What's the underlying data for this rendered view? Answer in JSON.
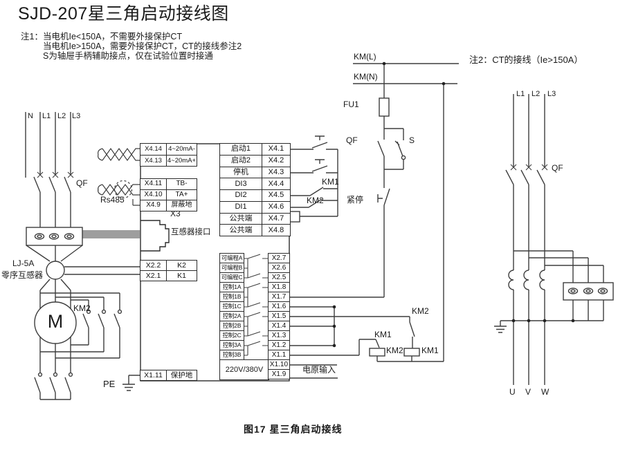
{
  "title": "SJD-207星三角启动接线图",
  "caption": "图17  星三角启动接线",
  "notes": {
    "note1_prefix": "注1：",
    "note1_line1": "当电机Ie<150A，不需要外接保护CT",
    "note1_line2": "当电机Ie>150A，需要外接保护CT，CT的接线参注2",
    "note1_line3": "S为轴屉手柄辅助接点，仅在试验位置时接通",
    "note2": "注2：CT的接线（Ie>150A）"
  },
  "labels": {
    "n": "N",
    "l1": "L1",
    "l2": "L2",
    "l3": "L3",
    "qf_left": "QF",
    "rs485": "Rs485",
    "x3": "X3",
    "ct_port": "互感器接口",
    "lj5a": "LJ-5A",
    "zero_seq": "零序互感器",
    "km2_delta": "KM2",
    "motor": "M",
    "pe": "PE",
    "km_l": "KM(L)",
    "km_n": "KM(N)",
    "fu1": "FU1",
    "qf_mid": "QF",
    "s": "S",
    "estop": "紧停",
    "km1_no": "KM1",
    "km2_no": "KM2",
    "km2_aux": "KM2",
    "km1_aux": "KM1",
    "km2_coil": "KM2",
    "km1_coil": "KM1",
    "power_in": "电原输入",
    "r_l1": "L1",
    "r_l2": "L2",
    "r_l3": "L3",
    "qf_right": "QF",
    "u": "U",
    "v": "V",
    "w": "W"
  },
  "strips": {
    "analog": [
      {
        "term": "X4.14",
        "label": "4~20mA-"
      },
      {
        "term": "X4.13",
        "label": "4~20mA+"
      }
    ],
    "comm": [
      {
        "term": "X4.11",
        "label": "TB-"
      },
      {
        "term": "X4.10",
        "label": "TA+"
      },
      {
        "term": "X4.9",
        "label": "屏蔽地"
      }
    ],
    "relay": [
      {
        "term": "X2.2",
        "label": "K2"
      },
      {
        "term": "X2.1",
        "label": "K1"
      }
    ],
    "ground": [
      {
        "term": "X1.11",
        "label": "保护地"
      }
    ],
    "digital": [
      {
        "label": "启动1",
        "term": "X4.1"
      },
      {
        "label": "启动2",
        "term": "X4.2"
      },
      {
        "label": "停机",
        "term": "X4.3"
      },
      {
        "label": "DI3",
        "term": "X4.4"
      },
      {
        "label": "DI2",
        "term": "X4.5"
      },
      {
        "label": "DI1",
        "term": "X4.6"
      },
      {
        "label": "公共端",
        "term": "X4.7"
      },
      {
        "label": "公共端",
        "term": "X4.8"
      }
    ],
    "control": [
      {
        "label": "可编程A",
        "term": "X2.7"
      },
      {
        "label": "可编程B",
        "term": "X2.6"
      },
      {
        "label": "可编程C",
        "term": "X2.5"
      },
      {
        "label": "控制1A",
        "term": "X1.8"
      },
      {
        "label": "控制1B",
        "term": "X1.7"
      },
      {
        "label": "控制1C",
        "term": "X1.6"
      },
      {
        "label": "控制2A",
        "term": "X1.5"
      },
      {
        "label": "控制2B",
        "term": "X1.4"
      },
      {
        "label": "控制2C",
        "term": "X1.3"
      },
      {
        "label": "控制3A",
        "term": "X1.2"
      },
      {
        "label": "控制3B",
        "term": "X1.1"
      }
    ],
    "power": {
      "label": "220V/380V",
      "term_top": "X1.10",
      "term_bottom": "X1.9"
    }
  }
}
